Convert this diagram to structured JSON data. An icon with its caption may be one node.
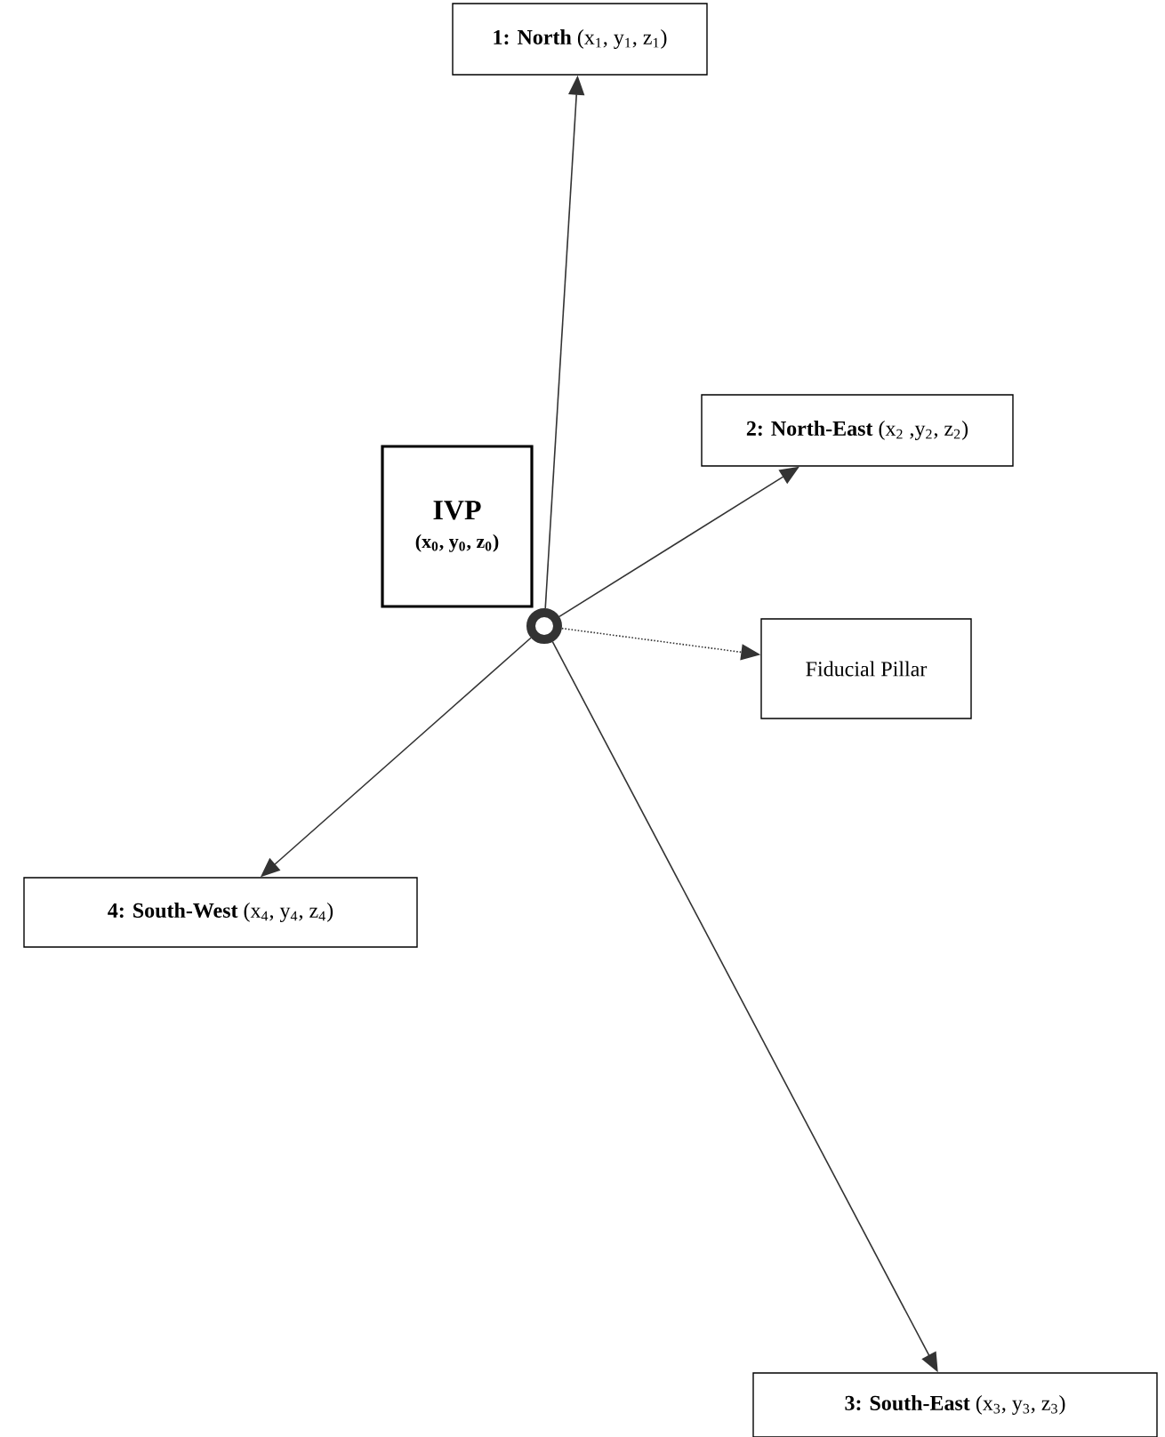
{
  "diagram": {
    "nodes": [
      {
        "text": [
          "**1: North** (x$_{1}$, y$_{1}$, z$_{1}$)"
        ]
      },
      {
        "text": [
          "**2: North-East** (x$_{2}$ ,y$_{2}$, z$_{2}$)"
        ]
      },
      {
        "text": [
          "IVP",
          "(x$_{0}$, y$_{0}$, z$_{0}$)"
        ]
      },
      {
        "text": [],
        "shape": "circle"
      },
      {
        "text": [
          "Fiducial Pillar"
        ]
      },
      {
        "text": [
          "**4: South-West** (x$_{4}$, y$_{4}$, z$_{4}$)"
        ]
      },
      {
        "text": [
          "**3: South-East** (x$_{3}$, y$_{3}$, z$_{3}$)"
        ]
      }
    ],
    "edges": [
      {
        "from": 3,
        "to": 0,
        "arrow": "to"
      },
      {
        "from": 3,
        "to": 1,
        "arrow": "to"
      },
      {
        "from": 3,
        "to": 4,
        "arrow": "to",
        "style": "dashed"
      },
      {
        "from": 3,
        "to": 5,
        "arrow": "to"
      },
      {
        "from": 3,
        "to": 6,
        "arrow": "to"
      }
    ]
  }
}
